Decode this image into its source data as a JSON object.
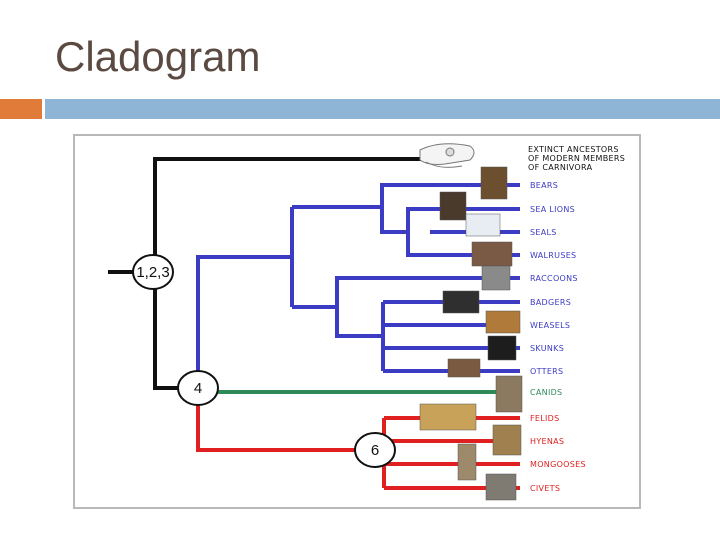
{
  "slide": {
    "title": "Cladogram"
  },
  "colors": {
    "title_text": "#5a4a42",
    "accent_orange": "#e07b39",
    "accent_blue": "#8eb4d6",
    "black_lineage": "#111111",
    "blue_lineage": "#3b3bc4",
    "green_lineage": "#2e8b57",
    "red_lineage": "#e02020"
  },
  "diagram": {
    "ancestor_label": [
      "EXTINCT ANCESTORS",
      "OF MODERN MEMBERS",
      "OF CARNIVORA"
    ],
    "nodes": [
      "1,2,3",
      "4",
      "6"
    ],
    "taxa": [
      {
        "label": "BEARS",
        "lineage": "blue",
        "icon": "bear-photo-icon"
      },
      {
        "label": "SEA LIONS",
        "lineage": "blue",
        "icon": "sea-lion-photo-icon"
      },
      {
        "label": "SEALS",
        "lineage": "blue",
        "icon": "seal-photo-icon"
      },
      {
        "label": "WALRUSES",
        "lineage": "blue",
        "icon": "walrus-photo-icon"
      },
      {
        "label": "RACCOONS",
        "lineage": "blue",
        "icon": "raccoon-photo-icon"
      },
      {
        "label": "BADGERS",
        "lineage": "blue",
        "icon": "badger-photo-icon"
      },
      {
        "label": "WEASELS",
        "lineage": "blue",
        "icon": "weasel-photo-icon"
      },
      {
        "label": "SKUNKS",
        "lineage": "blue",
        "icon": "skunk-photo-icon"
      },
      {
        "label": "OTTERS",
        "lineage": "blue",
        "icon": "otter-photo-icon"
      },
      {
        "label": "CANIDS",
        "lineage": "green",
        "icon": "canid-photo-icon"
      },
      {
        "label": "FELIDS",
        "lineage": "red",
        "icon": "lion-photo-icon"
      },
      {
        "label": "HYENAS",
        "lineage": "red",
        "icon": "hyena-photo-icon"
      },
      {
        "label": "MONGOOSES",
        "lineage": "red",
        "icon": "mongoose-photo-icon"
      },
      {
        "label": "CIVETS",
        "lineage": "red",
        "icon": "civet-photo-icon"
      }
    ]
  }
}
